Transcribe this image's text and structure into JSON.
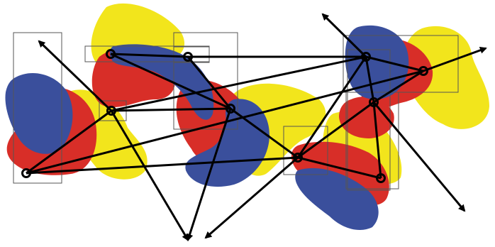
{
  "diagram": {
    "colors": {
      "yellow": "#f2e51c",
      "red": "#d82e28",
      "blue": "#3a4f9c",
      "line": "#000000",
      "box": "#555555",
      "node_fill": "#ffffff"
    },
    "nodes": [
      {
        "id": "n1"
      },
      {
        "id": "n2"
      },
      {
        "id": "n3"
      },
      {
        "id": "n4"
      },
      {
        "id": "n5"
      },
      {
        "id": "n6"
      },
      {
        "id": "n7"
      },
      {
        "id": "n8"
      },
      {
        "id": "n9"
      },
      {
        "id": "n10"
      }
    ],
    "edges": [
      {
        "from": "n1",
        "to": "n4"
      },
      {
        "from": "n1",
        "to": "n8"
      },
      {
        "from": "n2",
        "to": "n3"
      },
      {
        "from": "n2",
        "to": "n5"
      },
      {
        "from": "n3",
        "to": "n5"
      },
      {
        "from": "n4",
        "to": "n5"
      },
      {
        "from": "n1",
        "to": "n6"
      },
      {
        "from": "n7",
        "to": "n8"
      },
      {
        "from": "n7",
        "to": "n9"
      },
      {
        "from": "n8",
        "to": "n9"
      },
      {
        "from": "n4",
        "to": "n7"
      },
      {
        "from": "n6",
        "to": "n7"
      },
      {
        "from": "n6",
        "to": "n9"
      },
      {
        "from": "n6",
        "to": "n10"
      },
      {
        "from": "n9",
        "to": "n10"
      },
      {
        "from": "n6",
        "to": "n5"
      },
      {
        "from": "n3",
        "to": "n7"
      }
    ],
    "arrows": [
      {
        "from": "n4",
        "dir": "up-left"
      },
      {
        "from": "n4",
        "dir": "down"
      },
      {
        "from": "n5",
        "dir": "down"
      },
      {
        "from": "n6",
        "dir": "down-left"
      },
      {
        "from": "n7",
        "dir": "up-left"
      },
      {
        "from": "n9",
        "dir": "down-right"
      },
      {
        "from": "n8",
        "dir": "right"
      }
    ]
  }
}
